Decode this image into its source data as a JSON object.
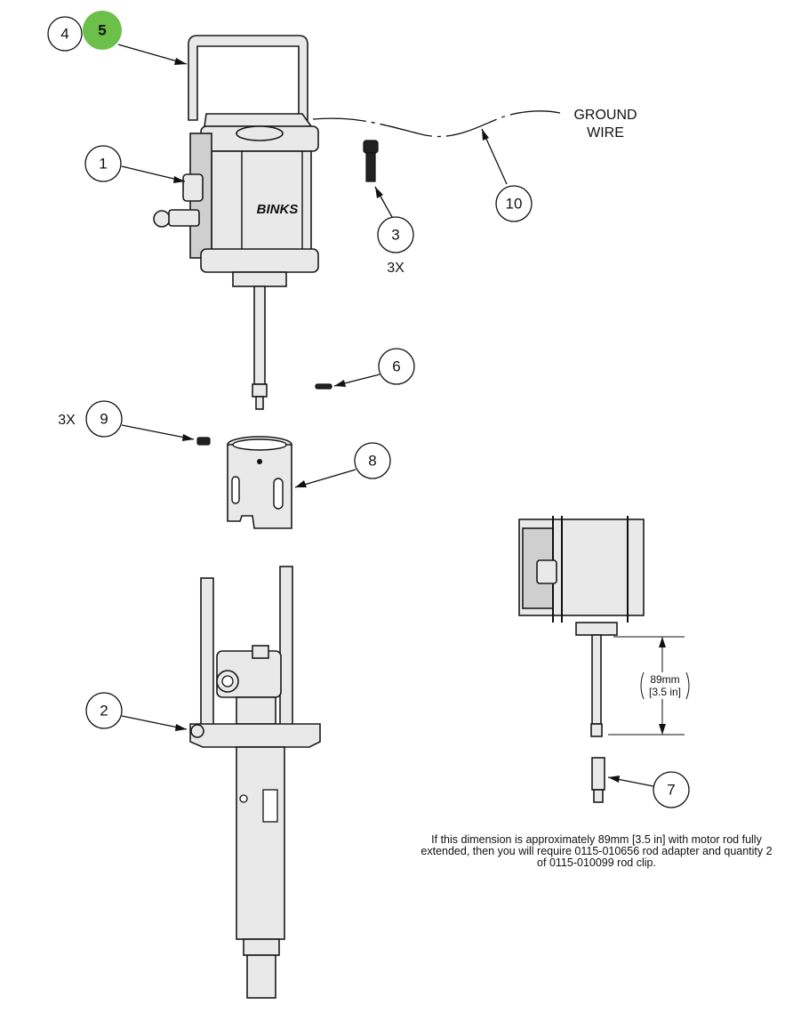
{
  "balloons": [
    {
      "id": "b4",
      "label": "4"
    },
    {
      "id": "b5",
      "label": "5"
    },
    {
      "id": "b1",
      "label": "1"
    },
    {
      "id": "b3",
      "label": "3"
    },
    {
      "id": "b10",
      "label": "10"
    },
    {
      "id": "b6",
      "label": "6"
    },
    {
      "id": "b9",
      "label": "9"
    },
    {
      "id": "b8",
      "label": "8"
    },
    {
      "id": "b2",
      "label": "2"
    },
    {
      "id": "b7",
      "label": "7"
    }
  ],
  "labels": {
    "ground_wire_line1": "GROUND",
    "ground_wire_line2": "WIRE",
    "qty_3": "3X",
    "qty_9": "3X",
    "brand": "BINKS",
    "dim_mm": "89mm",
    "dim_in": "[3.5 in]"
  },
  "note": "If this dimension is approximately 89mm [3.5 in] with motor rod fully extended, then you will require 0115-010656 rod adapter and quantity 2 of 0115-010099 rod clip.",
  "colors": {
    "highlight_balloon": "#6cc04a",
    "line": "#111111",
    "part_fill": "#e9e9e9"
  }
}
